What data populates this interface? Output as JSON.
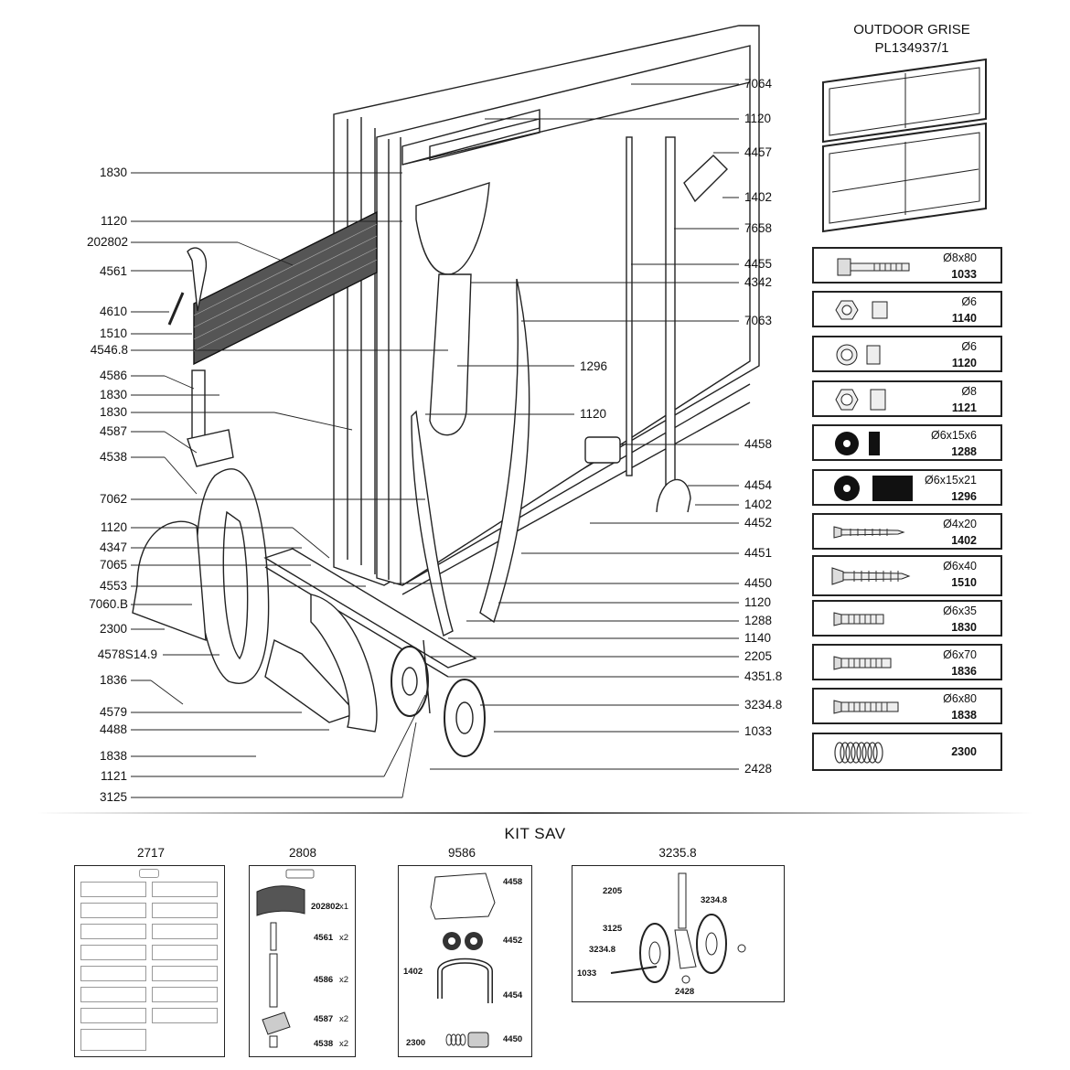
{
  "outdoor": {
    "line1": "OUTDOOR  GRISE",
    "line2": "PL134937/1"
  },
  "left_labels": [
    "1830",
    "1120",
    "202802",
    "4561",
    "4610",
    "1510",
    "4546.8",
    "4586",
    "1830",
    "1830",
    "4587",
    "4538",
    "7062",
    "1120",
    "4347",
    "7065",
    "4553",
    "7060.B",
    "2300",
    "4578S14.9",
    "1836",
    "4579",
    "4488",
    "1838",
    "1121",
    "3125"
  ],
  "right_labels": [
    "7064",
    "1120",
    "4457",
    "1402",
    "7658",
    "4455",
    "4342",
    "7063",
    "4458",
    "4454",
    "1402",
    "4452",
    "4451",
    "4450",
    "1120",
    "1288",
    "1140",
    "2205",
    "4351.8",
    "3234.8",
    "1033",
    "2428"
  ],
  "middle_labels": [
    "1296",
    "1120"
  ],
  "hardware": [
    {
      "size": "Ø8x80",
      "code": "1033",
      "icon": "bolt-icon"
    },
    {
      "size": "Ø6",
      "code": "1140",
      "icon": "nut-icon"
    },
    {
      "size": "Ø6",
      "code": "1120",
      "icon": "lock-nut-icon"
    },
    {
      "size": "Ø8",
      "code": "1121",
      "icon": "lock-nut-icon"
    },
    {
      "size": "Ø6x15x6",
      "code": "1288",
      "icon": "washer-icon"
    },
    {
      "size": "Ø6x15x21",
      "code": "1296",
      "icon": "spacer-icon"
    },
    {
      "size": "Ø4x20",
      "code": "1402",
      "icon": "screw-icon"
    },
    {
      "size": "Ø6x40",
      "code": "1510",
      "icon": "screw-icon"
    },
    {
      "size": "Ø6x35",
      "code": "1830",
      "icon": "bolt-icon"
    },
    {
      "size": "Ø6x70",
      "code": "1836",
      "icon": "bolt-icon"
    },
    {
      "size": "Ø6x80",
      "code": "1838",
      "icon": "bolt-icon"
    },
    {
      "size": "",
      "code": "2300",
      "icon": "spring-icon"
    }
  ],
  "kit_title": "KIT SAV",
  "kits": [
    {
      "name": "2717"
    },
    {
      "name": "2808",
      "labels": [
        "202802",
        "4561",
        "4586",
        "4587",
        "4538"
      ],
      "qty": [
        "x1",
        "x2",
        "x2",
        "x2",
        "x2"
      ]
    },
    {
      "name": "9586",
      "labels": [
        "4458",
        "4452",
        "1402",
        "4454",
        "2300",
        "4450"
      ]
    },
    {
      "name": "3235.8",
      "labels": [
        "2205",
        "3234.8",
        "3125",
        "3234.8",
        "1033",
        "2428"
      ]
    }
  ]
}
